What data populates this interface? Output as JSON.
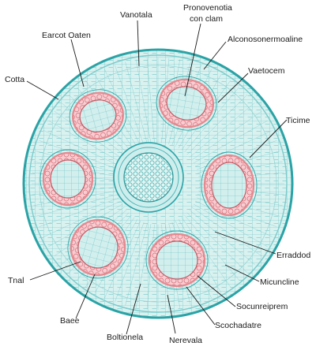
{
  "labels": {
    "top_center": "Vanotala",
    "top_right_1": "Pronovenotia",
    "top_right_2": "con clam",
    "upper_left": "Earcot Oaten",
    "upper_right": "Alconosonermoaline",
    "left_cortex": "Cotta",
    "right_upper": "Vaetocem",
    "right_mid": "Ticime",
    "right_lower": "Erraddod",
    "right_lower2": "Micuncline",
    "right_bottom": "Socunreiprem",
    "right_bottom2": "Scochadatre",
    "left_bottom": "Tnal",
    "bottom_left": "Baee",
    "bottom_center_left": "Boltionela",
    "bottom_center_right": "Nerevala"
  },
  "colors": {
    "tissue_outline": "#2aa3a6",
    "tissue_fill": "#d6f1ef",
    "cell_line": "#54b9bb",
    "vascular_ring": "#e6888f",
    "vascular_cells": "#f6c7cb",
    "vascular_center": "#cdeeed",
    "text": "#1b1b1b"
  }
}
